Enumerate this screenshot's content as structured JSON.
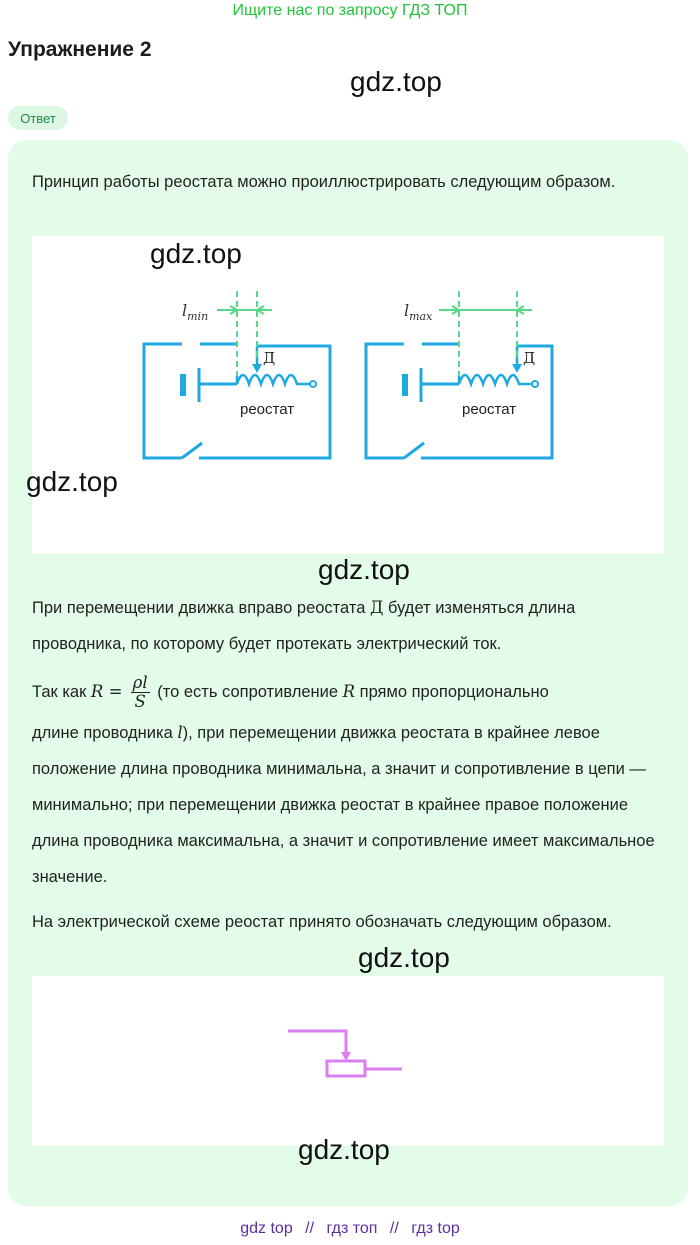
{
  "banner": "Ищите нас по запросу ГДЗ ТОП",
  "title": "Упражнение 2",
  "watermark": "gdz.top",
  "badge": "Ответ",
  "answer": {
    "p1": "Принцип работы реостата можно проиллюстрировать следующим образом.",
    "figure1": {
      "lmin_base": "l",
      "lmin_sub": "min",
      "lmax_base": "l",
      "lmax_sub": "max",
      "slider_label": "Д",
      "rheostat_label": "реостат"
    },
    "p2": {
      "before": "При перемещении движка вправо реостата ",
      "slider": "Д",
      "after": " будет изменяться длина проводника, по которому будет протекать электрический ток."
    },
    "p3": {
      "t1": "Так как ",
      "R": "R",
      "eq": " = ",
      "num": "ρl",
      "den": "S",
      "t2": " (то есть сопротивление ",
      "R2": "R",
      "t3": " прямо пропорционально",
      "t4": "длине проводника ",
      "l": "l",
      "t5": "), при перемещении движка реостата в крайнее левое положение длина проводника минимальна, а значит и сопротивление в цепи — минимально; при перемещении движка реостат в крайнее правое положение длина проводника максимальна, а значит и сопротивление имеет максимальное значение."
    },
    "p4": "На электрической схеме реостат принято обозначать следующим образом."
  },
  "footer": [
    "gdz top",
    "//",
    "гдз топ",
    "//",
    "гдз top"
  ],
  "colors": {
    "circuit": "#1fa9e1",
    "dashed": "#5ad88a",
    "symbol": "#d97ff0",
    "panel": "#e3fce9"
  }
}
